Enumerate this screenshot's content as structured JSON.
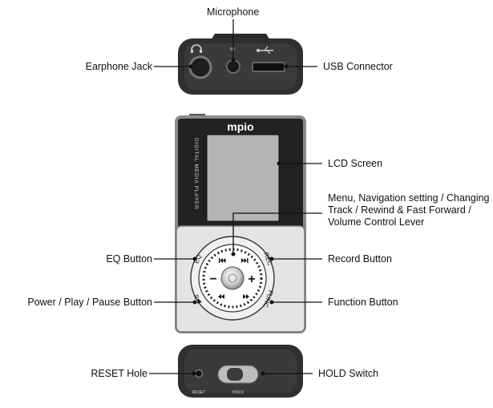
{
  "device": {
    "brand": "mpio",
    "side_text": "DIGITAL MEDIA PLAYER",
    "buttons": {
      "eq": "EQ",
      "rec": "REC",
      "func": "FUNC",
      "play": "▶II",
      "minus": "−",
      "plus": "+"
    },
    "bottom": {
      "reset": "RESET",
      "hold": "HOLD"
    }
  },
  "callouts": {
    "microphone": "Microphone",
    "earphone_jack": "Earphone Jack",
    "usb_connector": "USB Connector",
    "lcd_screen": "LCD Screen",
    "menu_nav": "Menu, Navigation setting / Changing Track / Rewind & Fast Forward / Volume Control Lever",
    "eq_button": "EQ Button",
    "record_button": "Record Button",
    "power_button": "Power / Play / Pause Button",
    "function_button": "Function Button",
    "reset_hole": "RESET Hole",
    "hold_switch": "HOLD Switch"
  },
  "colors": {
    "body_dark": "#3a3a3a",
    "body_light": "#e4e4e4",
    "body_mid": "#7a7a7a",
    "lcd": "#b4b4b4",
    "line": "#111111"
  }
}
